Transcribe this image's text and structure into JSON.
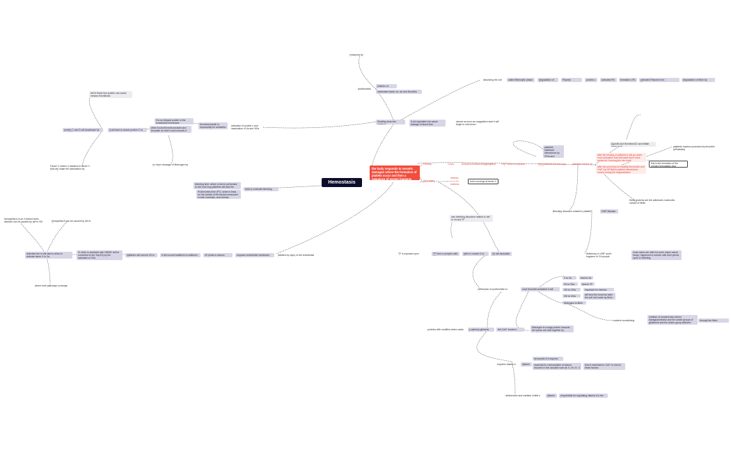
{
  "root": "Hemostasis",
  "central": "the body responds to vessels damages where the formation of platlets occur and then a sequence of events happens after",
  "primary_branch": {
    "primary_hemostasis": "Primary hemostasis",
    "count": "Count",
    "activation": "Activation/Adhesion/Aggregation",
    "vwf_collagen": "VWF binds to exposed collagen",
    "platelets_bind": "then platelets bind through GPIB",
    "platelet_release": "platelets release ao",
    "platelets_note": "platelets stabilized interactions by GPIa and integrin adds",
    "agonist": "Agonist and thromboxA2 can initiate these stuff",
    "integrin_binding": "after the binding of platelets it will go under more activation that will make them more spherical / forming jets into shaft",
    "fibrinogen_stability": "after the promotion of stability fibronectin and VWF via GPIIb/IIIa platelet interactions occurs during the degranulation",
    "aggregation": "platelets reaction promoted by thrombin (aPlatelets)",
    "primary_plug": "this is the formation of the primary hemostatic plug",
    "release_proteins": "these proteins are the adhesives molecules named of fibrils",
    "bleeding_disorders": "Bleeding disorders related to platelet formation",
    "vwf_disease": "VWF disease",
    "deficiency": "deficiency in VWF and it happens in 1% people",
    "most_cases": "most cases are mild but some cases cause heavy, happened in women with their period cycle or bleeding",
    "secondary": "Secondary hemostasis",
    "intrinsic": "intrinsic",
    "extrinsic": "extrinsic",
    "pathways_note": "both converge at factor X"
  },
  "shutting_down": {
    "main": "Shutting down the pathway",
    "antithrombin": "Antithrombin",
    "inhibits_factor": "inhibitor of factors",
    "enhanced_heparin": "enhanced by Heparin",
    "inactivates": "inactivates factor xa, ixa and thrombin",
    "if_not_regulated": "if not regulated can cause leakage of blood flow",
    "almost_all": "almost as soon as coagulation start it will begin to shut down",
    "dissolving": "dissolving the clot",
    "fibrin_chain": [
      "called fibrinolytic phase",
      "degradation of fibrin",
      "Plasmin activation",
      "protein c",
      "activated PA",
      "formation t-PA",
      "activated Plasmin from Plasminogen",
      "degradation of fibrin by plasmin"
    ]
  },
  "protein_c": {
    "activation": "activation of protein c and inactivation of Va and VIIIa",
    "thrombomodulin": "thrombomodulin is responsible for activation of protein C",
    "integral": "it is an integral protein in the endothelial membrane",
    "thrombin_bound": "when bound thrombomodulin and thrombin do bind it and converts it back to work",
    "no_more": "no more cleavage of fibrinogen by thrombin",
    "protein_cs": "protein C and S will deactivate Va and VIIIa",
    "it_will": "it will start to cleave protein C to Ca",
    "defect": "def in these two protein can cause venous thrombosis",
    "factor_v": "Factor V Leiden a mutation in factor V that can make the inactivation by factor C"
  },
  "tests": {
    "main": "tests to evaluate bleeding disorders",
    "bleeding_time": "bleeding time: where a test is performed to see how long platelets will seal the wound",
    "prothrombin": "Prothrombin time (PT): where it tests for the activity of the factors measured in both mamnals, and intrinsic"
  },
  "intrinsic_path": {
    "initiated": "initiated by injury of the endothelial lining",
    "exposes": "exposes endothelial membrane surfaces",
    "xii": "XII binds to anionic surface",
    "it_will_convert": "It will convert kallikrein to kallikrein",
    "kallikrein": "kallikrein will convert XII to XIIa",
    "xi_activated": "XI when is activated with HMWK will be converted to the XIa(XII) by the activation of XIIa",
    "activates_ix": "activates the ix will start to allow to activate factor X to Xa",
    "hemophilia_a": "hemophilia A is an X-linked reces disorder can be caused by def in VIII",
    "hemophilia_b": "hemophilia B can be caused by def in IX",
    "where_both": "where both pathways converge"
  },
  "extrinsic_path": {
    "tf_exposed": "TF is exposed upon damage",
    "tf_complex": "TF form a complex with VII",
    "able_activate": "able to convert X to Xa",
    "xa_will": "Xa will associate V",
    "rare_bleeding": "rare bleeding disorders realted to def in VII and TF",
    "conversion": "conversion of prothrombin to thrombin",
    "thrombin_activated": "once thrombin activated it will activate",
    "v_to_va": "V to Va",
    "vii_viia": "VII to VIIa",
    "viii_viiia": "VIII to VIIIa",
    "xiii_xiiia": "XIII to XIIIa",
    "fibrinogen_fibrin": "fibrinogen to fibrin",
    "bind_to_xa": "bind to Xa",
    "bind_to_tf": "bind to TF",
    "important_intrinsic": "important for intrinsic pathway",
    "form_the_bond": "will form the bond but after the soft clot made by fibrin",
    "fibrinogen_large": "fibrinogen is a large protein however, the bonds are held together by disulfide proteins",
    "covalent": "covalent crosslinking",
    "creation": "creation of covalent also amino transglutaminase and the amide groups of glutamine and the amine group between lysine",
    "through_fibrin": "through the fibrin monomers",
    "proteins_modified": "proteins with modified amino acids",
    "y_carboxy": "y-carboxy glutamic acid",
    "the_ca2": "the Ca2+ bound a surface",
    "require_vitk": "requires vitamin k",
    "vitk": "vitamin K",
    "fat_soluble": "fat soluble & it requires",
    "essential": "essential for carboxylation of factors involved in the cascade such as II, VII, IX, X",
    "that_is_essential": "that is essential for Ca2+ to bind to these factors",
    "deficiency_warfarin": "deficiencies and warfarin inhibit k",
    "vitk2": "vitamin K",
    "responsible": "responsible for regulating vitamin k in the body"
  }
}
